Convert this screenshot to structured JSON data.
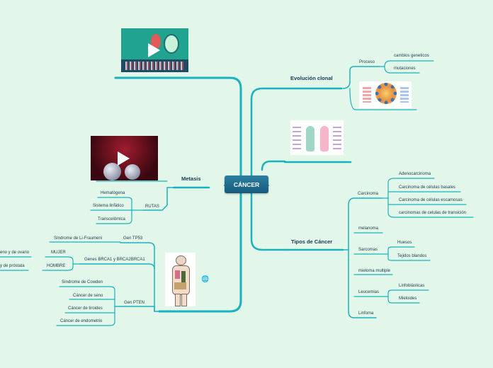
{
  "center": "CÁNCER",
  "branches": {
    "evolucion": {
      "title": "Evolución clonal",
      "proceso": "Proceso",
      "cambios": "cambios geneticos",
      "mutaciones": "mutaciones"
    },
    "tipos": {
      "title": "Tipos de Cáncer",
      "carcinoma": "Carcinoma",
      "adenocarcinoma": "Adenocarcinoma",
      "basales": "Carcinoma de células basales",
      "escamosas": "Carcinoma de células escamosas",
      "transicion": "carcinomas de celulas de transición",
      "melanoma": "melanoma",
      "sarcomas": "Sarcomas",
      "huesos": "Huesos",
      "tejidos": "Tejidos blandos",
      "mieloma": "mieloma multiple",
      "leucemias": "Leucemias",
      "linfoblasticas": "Linfoblásticas",
      "mieloides": "Mieloides",
      "linfoma": "Linfoma"
    },
    "metasis": {
      "title": "Metasis",
      "rutas": "RUTAS",
      "hematogena": "Hematógena",
      "linfatico": "Sistema linfático",
      "transcelomica": "Transcelómica"
    },
    "genes": {
      "tp53": "Gen TP53",
      "li_fraumeni": "Síndrome de Li-Fraumeni",
      "brca": "Genes BRCA1 y BRCA2BRCA1",
      "mujer": "MUJER",
      "mujer_detail": "eno y de ovario",
      "hombre": "HOMBRE",
      "hombre_detail": "y de próstata",
      "pten": "Gen PTEN",
      "cowden": "Síndrome de Cowden",
      "seno": "Cáncer de seno",
      "tiroides": "Cáncer de tiroides",
      "endometrio": "Cáncer de endometrio"
    }
  },
  "colors": {
    "line": "#1bb2bf",
    "center": "#1d6b8f",
    "background": "#e2f7e9"
  }
}
